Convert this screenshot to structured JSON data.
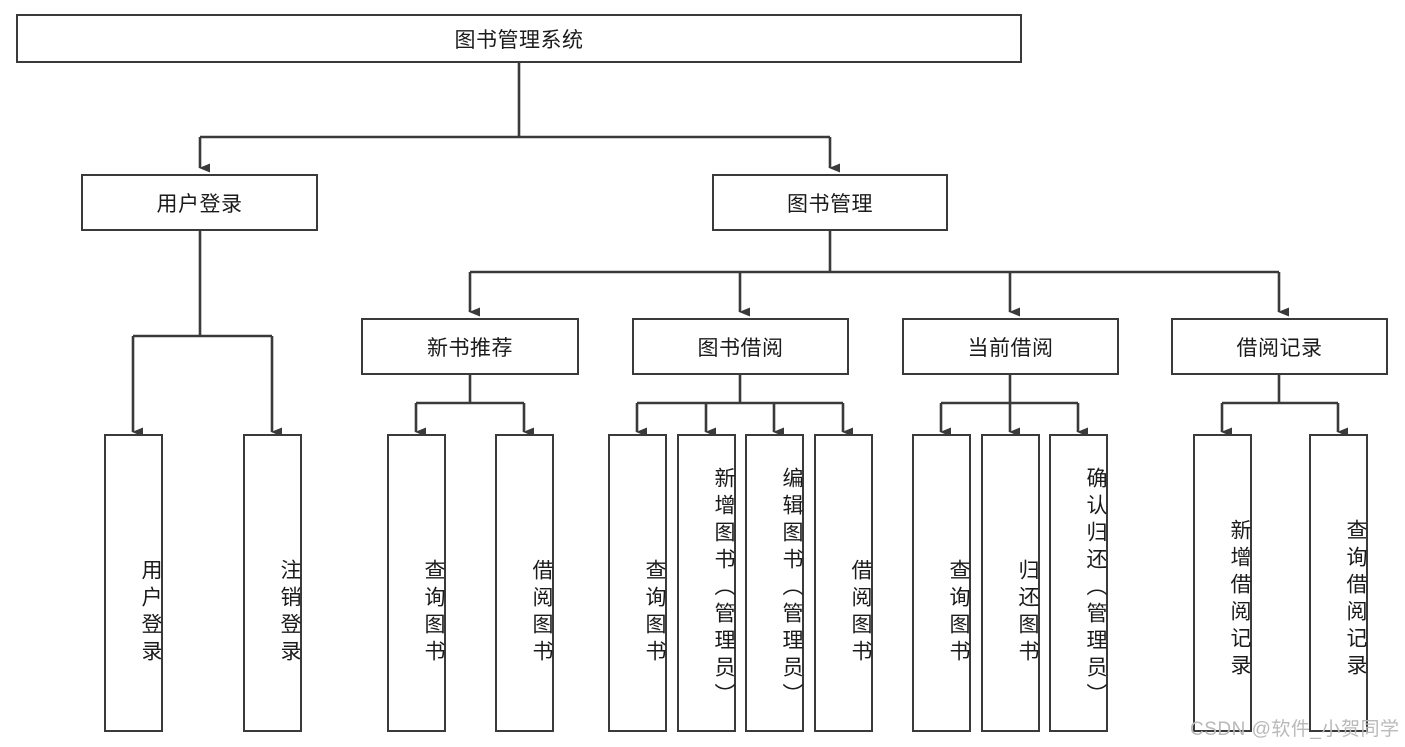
{
  "diagram": {
    "type": "hierarchy-tree",
    "title": "图书管理系统",
    "levels": 4,
    "root": {
      "id": "root",
      "label": "图书管理系统"
    },
    "level2": [
      {
        "id": "user-login",
        "label": "用户登录"
      },
      {
        "id": "book-manage",
        "label": "图书管理"
      }
    ],
    "level3": [
      {
        "id": "new-book-rec",
        "label": "新书推荐",
        "parent": "book-manage"
      },
      {
        "id": "book-borrow",
        "label": "图书借阅",
        "parent": "book-manage"
      },
      {
        "id": "current-borrow",
        "label": "当前借阅",
        "parent": "book-manage"
      },
      {
        "id": "borrow-record",
        "label": "借阅记录",
        "parent": "book-manage"
      }
    ],
    "leaves": [
      {
        "id": "leaf-user-login",
        "label": "用户登录",
        "parent": "user-login"
      },
      {
        "id": "leaf-logout-login",
        "label": "注销登录",
        "parent": "user-login"
      },
      {
        "id": "leaf-query-book-1",
        "label": "查询图书",
        "parent": "new-book-rec"
      },
      {
        "id": "leaf-borrow-book-1",
        "label": "借阅图书",
        "parent": "new-book-rec"
      },
      {
        "id": "leaf-query-book-2",
        "label": "查询图书",
        "parent": "book-borrow"
      },
      {
        "id": "leaf-add-book",
        "label": "新增图书（管理员）",
        "parent": "book-borrow"
      },
      {
        "id": "leaf-edit-book",
        "label": "编辑图书（管理员）",
        "parent": "book-borrow"
      },
      {
        "id": "leaf-borrow-book-2",
        "label": "借阅图书",
        "parent": "book-borrow"
      },
      {
        "id": "leaf-query-book-3",
        "label": "查询图书",
        "parent": "current-borrow"
      },
      {
        "id": "leaf-return-book",
        "label": "归还图书",
        "parent": "current-borrow"
      },
      {
        "id": "leaf-confirm-return",
        "label": "确认归还（管理员）",
        "parent": "current-borrow"
      },
      {
        "id": "leaf-add-record",
        "label": "新增借阅记录",
        "parent": "borrow-record"
      },
      {
        "id": "leaf-query-record",
        "label": "查询借阅记录",
        "parent": "borrow-record"
      }
    ]
  },
  "watermark": {
    "text": "CSDN @软件_小贺同学"
  },
  "colors": {
    "border": "#3a3a3a",
    "text": "#1b1b1b",
    "background": "#ffffff",
    "watermark": "#b9b9b9"
  }
}
